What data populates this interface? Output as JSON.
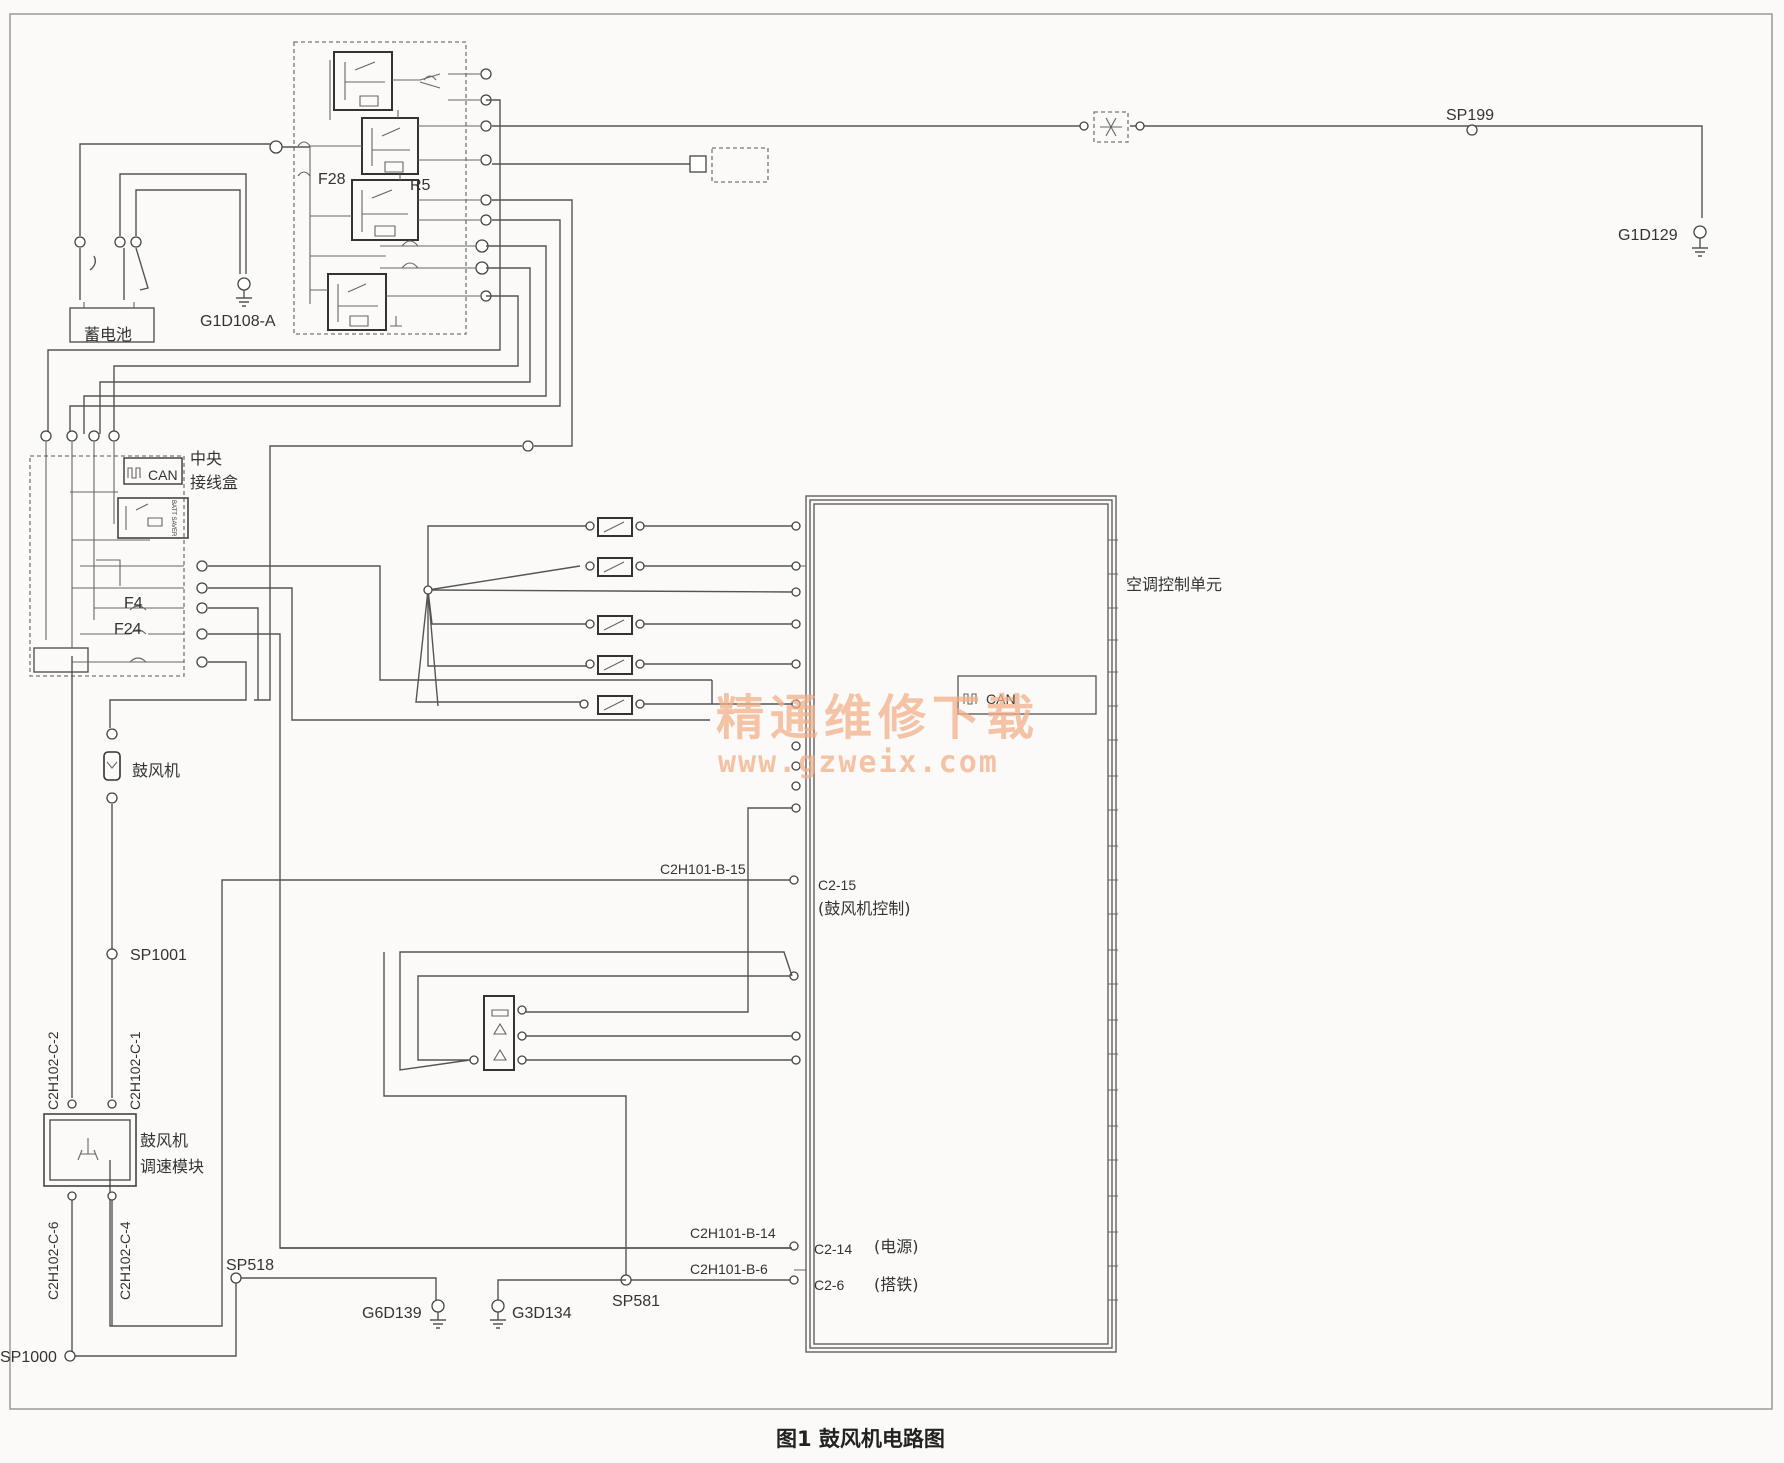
{
  "caption": "图1  鼓风机电路图",
  "watermark": {
    "cn": "精通维修下载",
    "url": "www.gzweix.com"
  },
  "labels": {
    "f28": "F28",
    "r5": "R5",
    "g1d108a": "G1D108-A",
    "battery": "蓄电池",
    "sp199": "SP199",
    "g1d129": "G1D129",
    "central_junction_1": "中央",
    "central_junction_2": "接线盒",
    "can1": "CAN",
    "can2": "CAN",
    "f4": "F4",
    "f24": "F24",
    "ac_unit": "空调控制单元",
    "blower": "鼓风机",
    "c2h101_b15": "C2H101-B-15",
    "c2_15": "C2-15",
    "c2_15_desc": "(鼓风机控制)",
    "sp1001": "SP1001",
    "c2h102_c2": "C2H102-C-2",
    "c2h102_c1": "C2H102-C-1",
    "module_1": "鼓风机",
    "module_2": "调速模块",
    "c2h102_c6": "C2H102-C-6",
    "c2h102_c4": "C2H102-C-4",
    "sp518": "SP518",
    "g6d139": "G6D139",
    "g3d134": "G3D134",
    "sp581": "SP581",
    "sp1000": "SP1000",
    "c2h101_b14": "C2H101-B-14",
    "c2_14": "C2-14",
    "c2_14_desc": "(电源)",
    "c2h101_b6": "C2H101-B-6",
    "c2_6": "C2-6",
    "c2_6_desc": "(搭铁)",
    "batt_saver": "BATT SAVER"
  }
}
